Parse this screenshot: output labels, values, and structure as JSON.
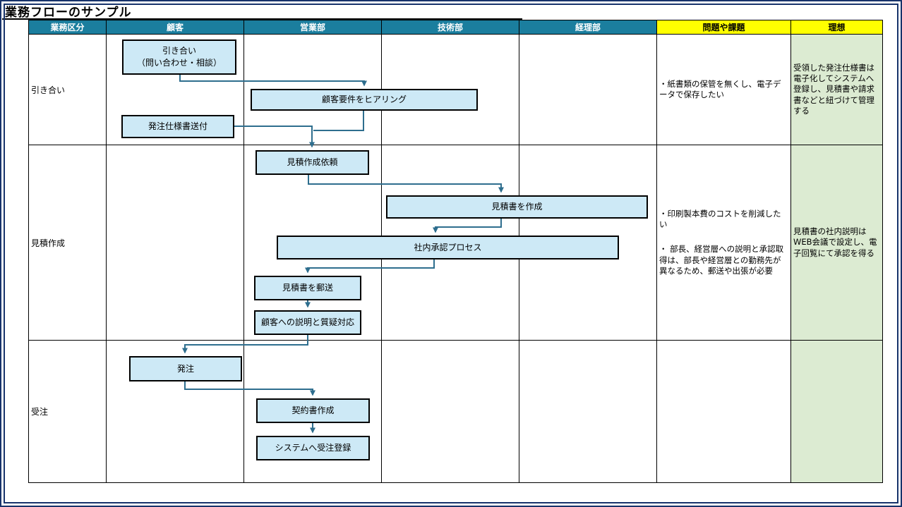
{
  "title": "業務フローのサンプル",
  "colors": {
    "frame": "#17336B",
    "header_teal": "#1B7E9E",
    "header_yellow": "#FFFF00",
    "ideal_column_bg": "#DCEBD2",
    "flow_box_fill": "#CDE9F6",
    "connector": "#2E6E8E"
  },
  "header": {
    "columns": [
      {
        "label": "業務区分"
      },
      {
        "label": "顧客"
      },
      {
        "label": "営業部"
      },
      {
        "label": "技術部"
      },
      {
        "label": "経理部"
      },
      {
        "label": "問題や課題"
      },
      {
        "label": "理想"
      }
    ]
  },
  "lanes": [
    {
      "label": "引き合い"
    },
    {
      "label": "見積作成"
    },
    {
      "label": "受注"
    }
  ],
  "flow": {
    "boxes": [
      {
        "id": "inquiry",
        "label": "引き合い\n（問い合わせ・相談）"
      },
      {
        "id": "hearing",
        "label": "顧客要件をヒアリング"
      },
      {
        "id": "send-spec",
        "label": "発注仕様書送付"
      },
      {
        "id": "quote-request",
        "label": "見積作成依頼"
      },
      {
        "id": "create-quote",
        "label": "見積書を作成"
      },
      {
        "id": "approval-process",
        "label": "社内承認プロセス"
      },
      {
        "id": "mail-quote",
        "label": "見積書を郵送"
      },
      {
        "id": "explain-qa",
        "label": "顧客への説明と質疑対応"
      },
      {
        "id": "place-order",
        "label": "発注"
      },
      {
        "id": "create-contract",
        "label": "契約書作成"
      },
      {
        "id": "register-order",
        "label": "システムへ受注登録"
      }
    ]
  },
  "problems": {
    "row1": "・紙書類の保管を無くし、電子データで保存したい",
    "row2": [
      "・印刷製本費のコストを削減したい",
      "・ 部長、経営層への説明と承認取得は、部長や経営層との勤務先が異なるため、郵送や出張が必要"
    ]
  },
  "ideals": {
    "row1": "受領した発注仕様書は電子化してシステムへ登録し、見積書や請求書などと紐づけて管理する",
    "row2": "見積書の社内説明はWEB会議で設定し、電子回覧にて承認を得る"
  }
}
